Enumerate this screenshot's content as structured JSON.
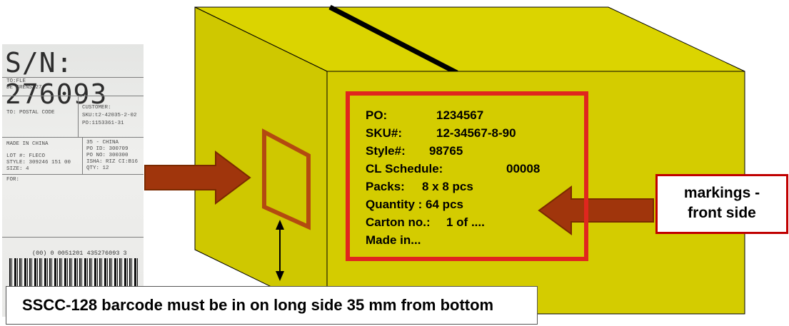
{
  "label_photo": {
    "serial": "S/N: 276093",
    "lines": [
      "TO:FLE",
      "DE GRENS 27",
      "TO: POSTAL CODE",
      "CUSTOMER:",
      "SKU:t2-42035-2-02",
      "PO:1153361-31",
      "MADE IN CHINA",
      "35 - CHINA",
      "PO ID: 300709",
      "PO NO: 300300",
      "LOT #: FLECO",
      "STYLE: 309246 151 00",
      "ISHA: RIZ CI:B16",
      "SIZE: 4",
      "QTY: 12",
      "FOR:"
    ],
    "barcode_number": "(00) 0 0051201 435276093 3"
  },
  "markings": {
    "po_label": "PO:",
    "po_value": "1234567",
    "sku_label": "SKU#:",
    "sku_value": "12-34567-8-90",
    "style_label": "Style#:",
    "style_value": "98765",
    "schedule_label": "CL Schedule:",
    "schedule_value": "00008",
    "packs_label": "Packs:",
    "packs_value": "8 x 8 pcs",
    "quantity": "Quantity : 64 pcs",
    "carton_label": "Carton no.:",
    "carton_value": "1 of ....",
    "made_in": "Made in..."
  },
  "callout": {
    "line1": "markings -",
    "line2": "front side"
  },
  "note": "SSCC-128 barcode must be in on long side 35 mm from bottom",
  "colors": {
    "box_fill": "#d4cc00",
    "box_top": "#dbd400",
    "box_side": "#cfc800",
    "marking_border": "#e0261e",
    "arrow_fill": "#a0350c",
    "arrow_stroke": "#7a2a00",
    "label_outline": "#b34a10",
    "callout_border": "#c00000"
  }
}
